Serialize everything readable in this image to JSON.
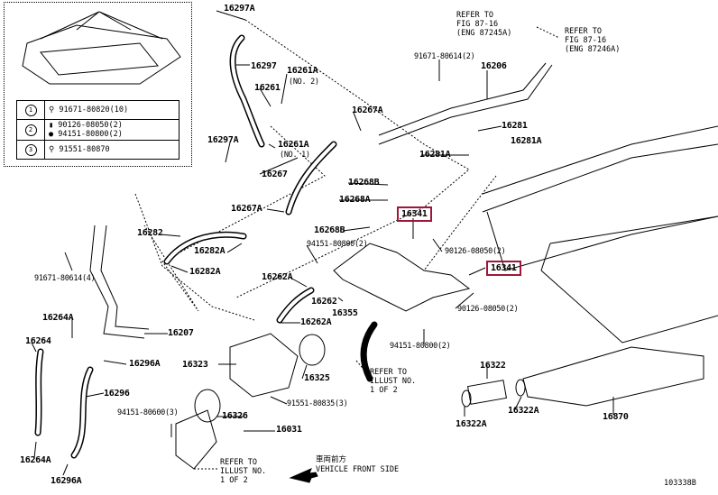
{
  "legend": {
    "rows": [
      {
        "num": "1",
        "parts": [
          "91671-80820(10)"
        ]
      },
      {
        "num": "2",
        "parts": [
          "90126-08050(2)",
          "94151-80800(2)"
        ]
      },
      {
        "num": "3",
        "parts": [
          "91551-80870"
        ]
      }
    ]
  },
  "labels": {
    "p16297A_top": "16297A",
    "p16297": "16297",
    "p16261A_no2": "16261A",
    "p16261A_no2_sub": "(NO. 2)",
    "p16261": "16261",
    "p91671_2": "91671-80614(2)",
    "p16206": "16206",
    "p16267A_top": "16267A",
    "p16281": "16281",
    "p16281A_right": "16281A",
    "p16281A_left": "16281A",
    "p16297A_left": "16297A",
    "p16261A_no1": "16261A",
    "p16261A_no1_sub": "(NO. 1)",
    "p16267": "16267",
    "p16268B_top": "16268B",
    "p16268A": "16268A",
    "p16341_a": "16341",
    "p16267A_left": "16267A",
    "p16282": "16282",
    "p16268B_low": "16268B",
    "p16282A_top": "16282A",
    "p94151_a": "94151-80800(2)",
    "p90126_a": "90126-08050(2)",
    "p16341_b": "16341",
    "p91671_4": "91671-80614(4)",
    "p16282A_low": "16282A",
    "p16262A_top": "16262A",
    "p16262": "16262",
    "p16355": "16355",
    "p90126_b": "90126-08050(2)",
    "p16264A_top": "16264A",
    "p16262A_low": "16262A",
    "p16207": "16207",
    "p16264": "16264",
    "p94151_b": "94151-80800(2)",
    "p16296A_top": "16296A",
    "p16323": "16323",
    "p16325": "16325",
    "p16322": "16322",
    "p16296": "16296",
    "p91551_3": "91551-80835(3)",
    "p94151_600": "94151-80600(3)",
    "p16326": "16326",
    "p16322A_left": "16322A",
    "p16322A_right": "16322A",
    "p16870": "16870",
    "p16031": "16031",
    "p16264A_low": "16264A",
    "p16296A_low": "16296A"
  },
  "refs": {
    "fig_a": "REFER TO\nFIG 87-16\n(ENG 87245A)",
    "fig_b": "REFER TO\nFIG 87-16\n(ENG 87246A)",
    "illust_mid": "REFER TO\nILLUST NO.\n1 OF 2",
    "illust_bottom": "REFER TO\nILLUST NO.\n1 OF 2"
  },
  "front": {
    "jp": "車両前方",
    "en": "VEHICLE FRONT SIDE"
  },
  "figure_id": "103338B",
  "colors": {
    "highlight": "#a0163a"
  }
}
